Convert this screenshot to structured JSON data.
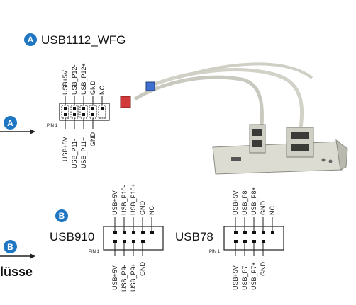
{
  "top_header": {
    "badge": "A",
    "title": "USB1112_WFG"
  },
  "usb1112": {
    "top_pins": [
      "USB+5V",
      "USB_P12-",
      "USB_P12+",
      "GND",
      "NC"
    ],
    "bottom_pins": [
      "USB+5V",
      "USB_P11-",
      "USB_P11+",
      "GND"
    ],
    "pin1_label": "PIN 1"
  },
  "usb910": {
    "badge": "B",
    "title": "USB910",
    "top_pins": [
      "USB+5V",
      "USB_P10-",
      "USB_P10+",
      "GND",
      "NC"
    ],
    "bottom_pins": [
      "USB+5V",
      "USB_P9-",
      "USB_P9+",
      "GND"
    ],
    "pin1_label": "PIN 1"
  },
  "usb78": {
    "title": "USB78",
    "top_pins": [
      "USB+5V",
      "USB_P8-",
      "USB_P8+",
      "GND",
      "NC"
    ],
    "bottom_pins": [
      "USB+5V",
      "USB_P7-",
      "USB_P7+",
      "GND"
    ],
    "pin1_label": "PIN 1"
  },
  "side_arrows": {
    "a_badge": "A",
    "b_badge": "B"
  },
  "footer": {
    "partial_text": "lüsse"
  }
}
